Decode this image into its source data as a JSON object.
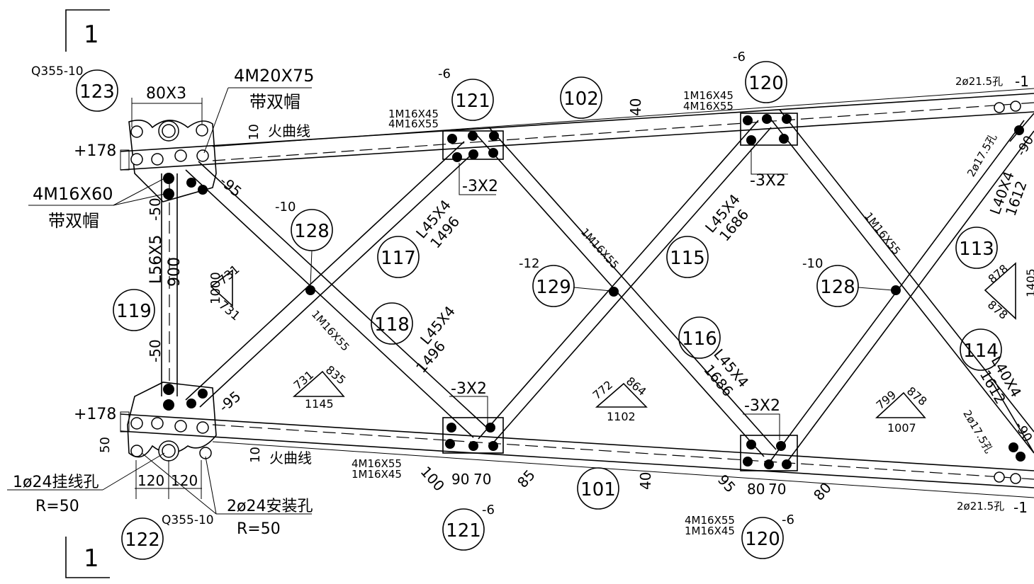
{
  "section_mark": "1",
  "parts": {
    "p123": "123",
    "p122": "122",
    "p121a": "121",
    "p121b": "121",
    "p120a": "120",
    "p120b": "120",
    "p102": "102",
    "p101": "101",
    "p128a": "128",
    "p128b": "128",
    "p129": "129",
    "p117": "117",
    "p118": "118",
    "p115": "115",
    "p116": "116",
    "p113": "113",
    "p114": "114",
    "p119": "119"
  },
  "labels": {
    "q355_top": "Q355-10",
    "q355_bot": "Q355-10",
    "bolt_4m20": "4M20X75",
    "double_nut": "带双帽",
    "double_nut2": "带双帽",
    "dim_80x3": "80X3",
    "bolt_4m16x60": "4M16X60",
    "fire_curve": "火曲线",
    "fire_curve2": "火曲线",
    "ten_top": "10",
    "ten_bot": "10",
    "plus178_top": "+178",
    "plus178_bot": "+178",
    "minus50_a": "-50",
    "minus50_b": "-50",
    "member119": "L56X5",
    "member119_len": "900",
    "tri_1000": "1000",
    "tri_731a": "731",
    "tri_731b": "731",
    "minus95_a": "-95",
    "minus95_b": "-95",
    "minus10_a": "-10",
    "minus10_b": "-10",
    "minus12": "-12",
    "minus6_a": "-6",
    "minus6_b": "-6",
    "minus6_c": "-6",
    "minus6_d": "-6",
    "bolt_1m16x45_a": "1M16X45",
    "bolt_4m16x55_a": "4M16X55",
    "bolt_1m16x45_b": "1M16X45",
    "bolt_4m16x55_b": "4M16X55",
    "minus3x2_a": "-3X2",
    "minus3x2_b": "-3X2",
    "minus3x2_c": "-3X2",
    "minus3x2_d": "-3X2",
    "m117": "L45X4",
    "m117_len": "1496",
    "m118": "L45X4",
    "m118_len": "1496",
    "m115": "L45X4",
    "m115_len": "1686",
    "m116": "L45X4",
    "m116_len": "1686",
    "m113": "L40X4",
    "m113_len": "1612",
    "m114": "L40X4",
    "m114_len": "1612",
    "bolt_1m16x55_a": "1M16X55",
    "bolt_1m16x55_b": "1M16X55",
    "bolt_1m16x55_c": "1M16X55",
    "dim_40_top": "40",
    "dim_40_bot": "40",
    "tri_731_835": [
      "731",
      "835",
      "1145"
    ],
    "tri_772_864": [
      "772",
      "864",
      "1102"
    ],
    "tri_799_878": [
      "799",
      "878",
      "1007"
    ],
    "tri_878_1405": [
      "878",
      "1405",
      "878"
    ],
    "hole_2phi21_top": "2ø21.5孔",
    "hole_2phi21_bot": "2ø21.5孔",
    "hole_2phi17_top": "2ø17.5孔",
    "hole_2phi17_bot": "2ø17.5孔",
    "cut_10_top": "-1",
    "cut_10_bot": "-1",
    "minus90_top": "-90",
    "minus90_bot": "-90",
    "bolt_4m16x55_c": "4M16X55",
    "bolt_1m16x45_c": "1M16X45",
    "bolt_4m16x55_d": "4M16X55",
    "bolt_1m16x45_d": "1M16X45",
    "dim_100": "100",
    "dim_90": "90",
    "dim_70a": "70",
    "dim_85": "85",
    "dim_95": "95",
    "dim_80a": "80",
    "dim_70b": "70",
    "dim_80b": "80",
    "dim_120a": "120",
    "dim_120b": "120",
    "dim_50": "50",
    "hole_1phi24": "1ø24挂线孔",
    "r50_a": "R=50",
    "hole_2phi24": "2ø24安装孔",
    "r50_b": "R=50"
  }
}
